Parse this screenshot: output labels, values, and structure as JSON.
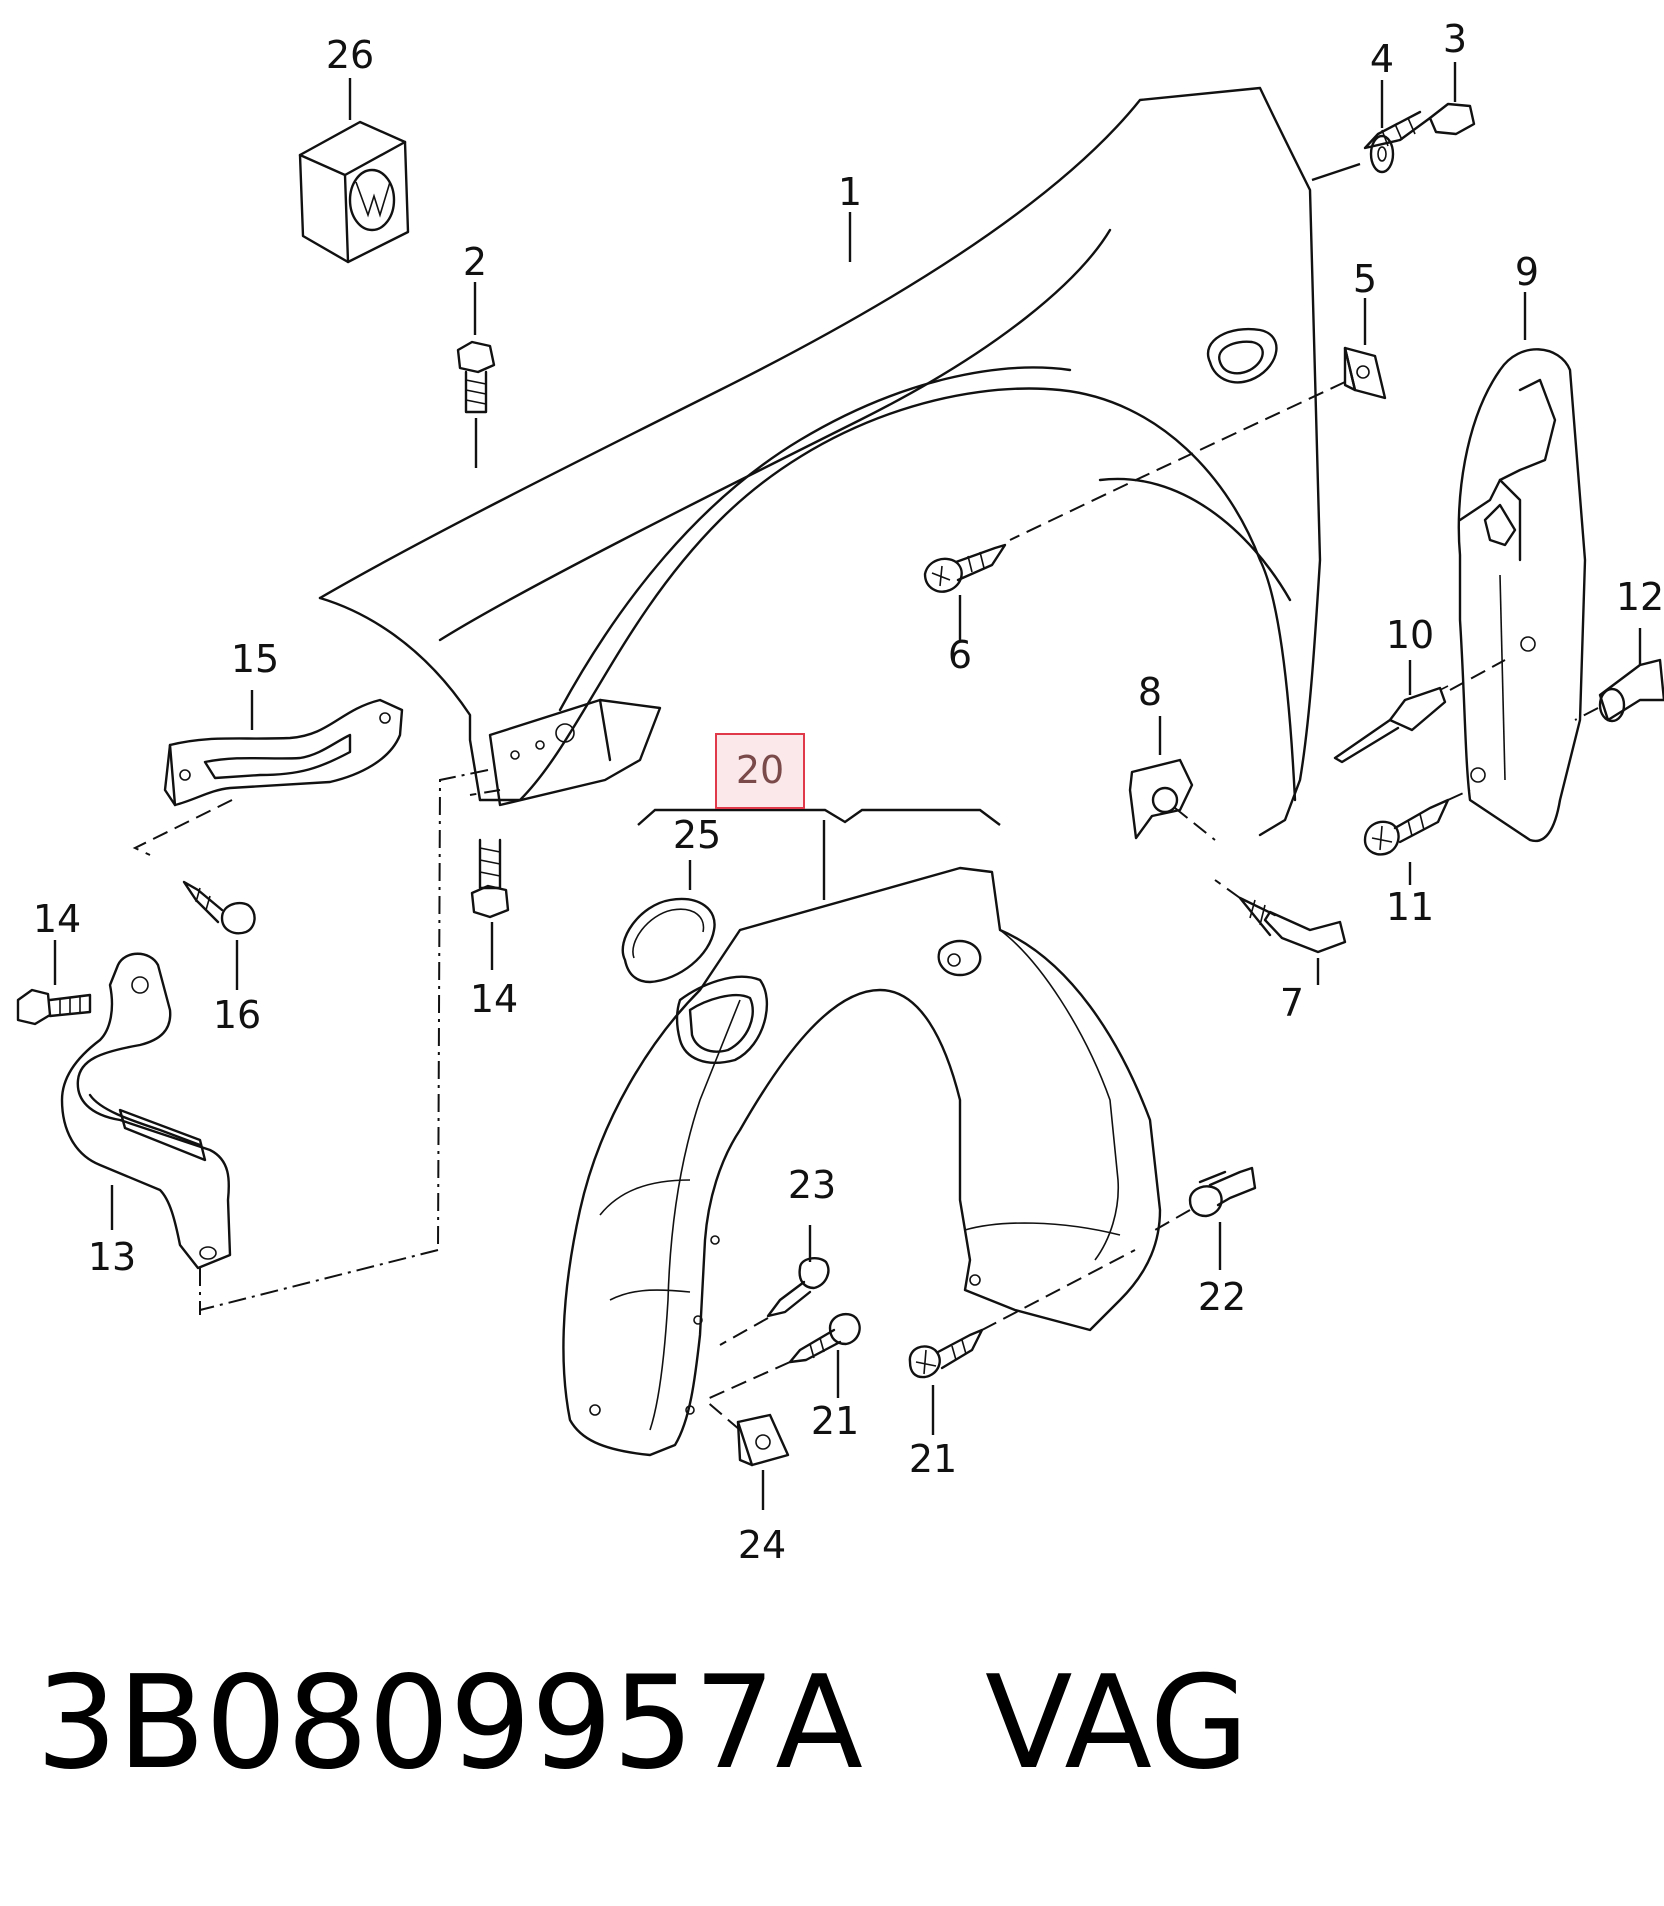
{
  "diagram": {
    "callouts": [
      "1",
      "2",
      "3",
      "4",
      "5",
      "6",
      "7",
      "8",
      "9",
      "10",
      "11",
      "12",
      "13",
      "14",
      "15",
      "16",
      "20",
      "21",
      "22",
      "23",
      "24",
      "25",
      "26"
    ],
    "highlighted_callout": "20",
    "highlight_color": "#e03a4a",
    "icons": [
      "vw-badge-icon"
    ]
  },
  "caption": {
    "part_number": "3B0809957A",
    "brand": "VAG",
    "text": "3B0809957A   VAG"
  }
}
